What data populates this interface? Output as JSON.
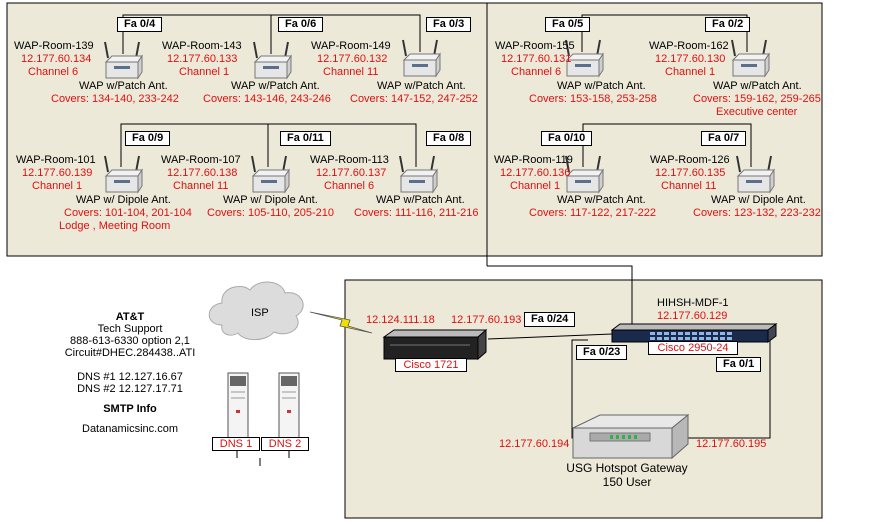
{
  "colors": {
    "panel": "#ece9d8",
    "ip_red": "#e01010",
    "lightning": "#f0e000"
  },
  "ports": {
    "p04": "Fa 0/4",
    "p06": "Fa 0/6",
    "p03": "Fa 0/3",
    "p05": "Fa 0/5",
    "p02": "Fa 0/2",
    "p09": "Fa 0/9",
    "p011": "Fa 0/11",
    "p08": "Fa 0/8",
    "p010": "Fa 0/10",
    "p07": "Fa 0/7",
    "p024": "Fa 0/24",
    "p023": "Fa 0/23",
    "p01": "Fa 0/1"
  },
  "waps": [
    {
      "name": "WAP-Room-139",
      "ip": "12.177.60.134",
      "channel": "Channel 6",
      "ant": "WAP w/Patch Ant.",
      "covers": "Covers: 134-140, 233-242",
      "extra": ""
    },
    {
      "name": "WAP-Room-143",
      "ip": "12.177.60.133",
      "channel": "Channel 1",
      "ant": "WAP w/Patch Ant.",
      "covers": "Covers: 143-146, 243-246",
      "extra": ""
    },
    {
      "name": "WAP-Room-149",
      "ip": "12.177.60.132",
      "channel": "Channel 11",
      "ant": "WAP w/Patch Ant.",
      "covers": "Covers: 147-152, 247-252",
      "extra": ""
    },
    {
      "name": "WAP-Room-155",
      "ip": "12.177.60.131",
      "channel": "Channel 6",
      "ant": "WAP w/Patch Ant.",
      "covers": "Covers: 153-158, 253-258",
      "extra": ""
    },
    {
      "name": "WAP-Room-162",
      "ip": "12.177.60.130",
      "channel": "Channel 1",
      "ant": "WAP w/Patch Ant.",
      "covers": "Covers: 159-162, 259-265",
      "extra": "Executive center"
    },
    {
      "name": "WAP-Room-101",
      "ip": "12.177.60.139",
      "channel": "Channel 1",
      "ant": "WAP w/ Dipole Ant.",
      "covers": "Covers: 101-104, 201-104",
      "extra": "Lodge , Meeting Room"
    },
    {
      "name": "WAP-Room-107",
      "ip": "12.177.60.138",
      "channel": "Channel 11",
      "ant": "WAP w/ Dipole Ant.",
      "covers": "Covers: 105-110, 205-210",
      "extra": ""
    },
    {
      "name": "WAP-Room-113",
      "ip": "12.177.60.137",
      "channel": "Channel 6",
      "ant": "WAP w/Patch Ant.",
      "covers": "Covers: 111-116, 211-216",
      "extra": ""
    },
    {
      "name": "WAP-Room-119",
      "ip": "12.177.60.136",
      "channel": "Channel 1",
      "ant": "WAP w/Patch Ant.",
      "covers": "Covers: 117-122, 217-222",
      "extra": ""
    },
    {
      "name": "WAP-Room-126",
      "ip": "12.177.60.135",
      "channel": "Channel 11",
      "ant": "WAP w/ Dipole Ant.",
      "covers": "Covers: 123-132, 223-232",
      "extra": ""
    }
  ],
  "isp": {
    "cloud_label": "ISP",
    "provider": "AT&T",
    "tech_support": "Tech Support",
    "phone": "888-613-6330 option 2,1",
    "circuit": "Circuit#DHEC.284438..ATI",
    "dns1": "DNS #1 12.127.16.67",
    "dns2": "DNS #2 12.127.17.71",
    "smtp_title": "SMTP Info",
    "smtp_host": "Datanamicsinc.com",
    "dns1_box": "DNS 1",
    "dns2_box": "DNS 2"
  },
  "router": {
    "wan_ip": "12.124.111.18",
    "lan_ip": "12.177.60.193",
    "label": "Cisco 1721"
  },
  "switch": {
    "name": "HIHSH-MDF-1",
    "ip": "12.177.60.129",
    "label": "Cisco 2950-24"
  },
  "gateway": {
    "ip_left": "12.177.60.194",
    "ip_right": "12.177.60.195",
    "line1": "USG Hotspot Gateway",
    "line2": "150 User"
  }
}
